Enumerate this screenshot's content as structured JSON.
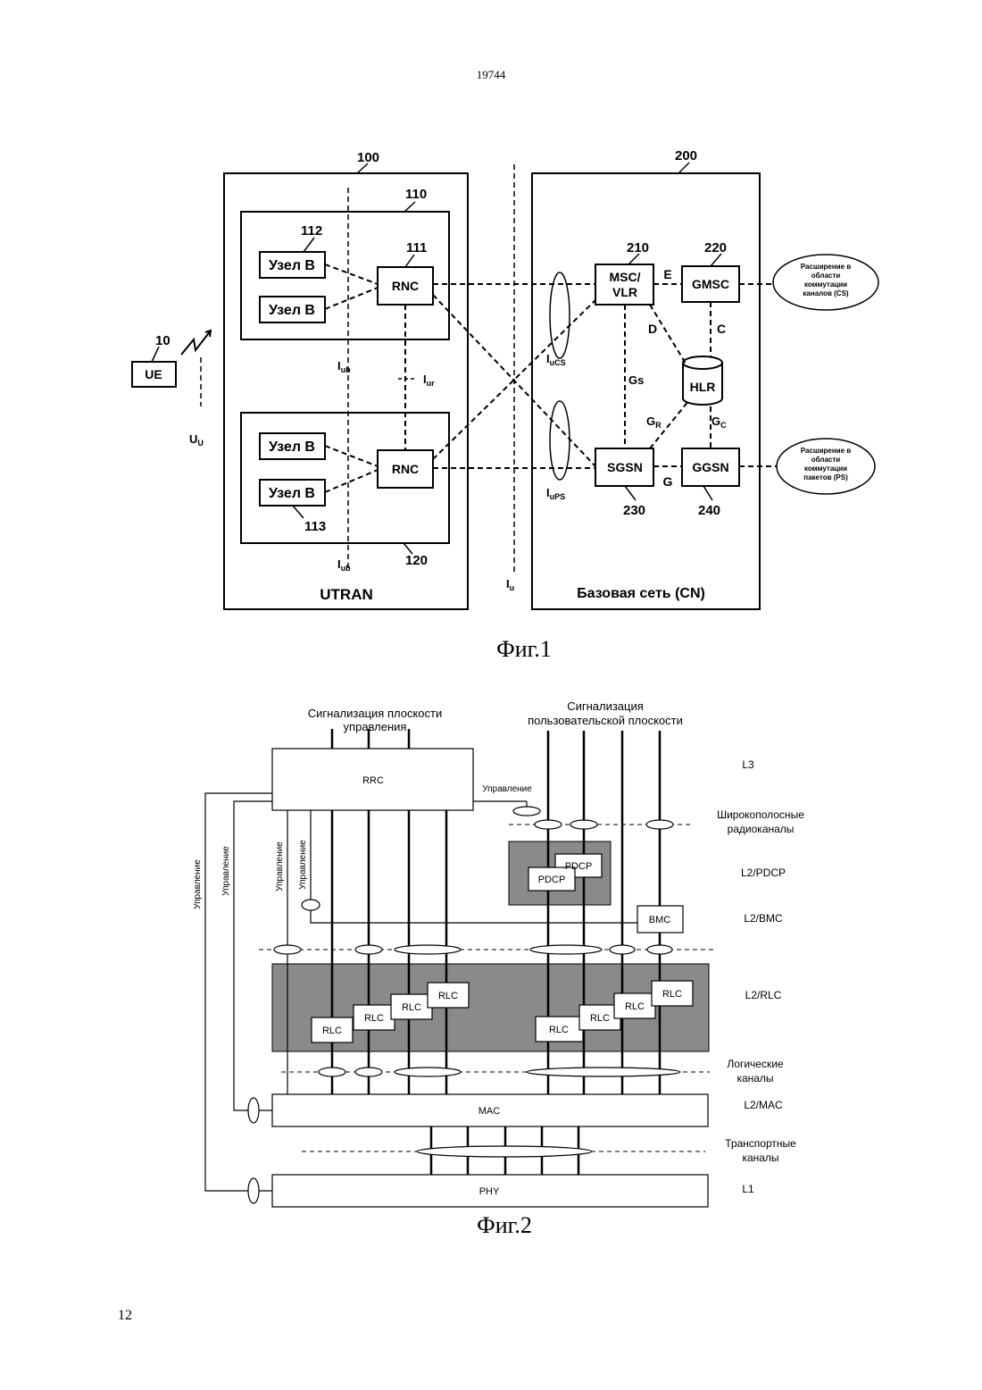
{
  "page": {
    "top_number": "19744",
    "bottom_number": "12"
  },
  "fig1": {
    "caption": "Фиг.1",
    "utran_ref": "100",
    "cn_ref": "200",
    "rns1_ref": "110",
    "rns2_ref": "120",
    "node_label": "Узел B",
    "ref_112": "112",
    "ref_113": "113",
    "rnc_label": "RNC",
    "ref_111": "111",
    "ue_label": "UE",
    "ue_ref": "10",
    "iub": "I",
    "iub_sub": "ub",
    "iur": "I",
    "iur_sub": "ur",
    "uu": "U",
    "uu_sub": "U",
    "iu": "I",
    "iu_sub": "u",
    "iucs": "I",
    "iucs_sub": "uCS",
    "iups": "I",
    "iups_sub": "uPS",
    "utran_label": "UTRAN",
    "cn_label": "Базовая сеть (CN)",
    "msc_line1": "MSC/",
    "msc_line2": "VLR",
    "ref_210": "210",
    "gmsc_label": "GMSC",
    "ref_220": "220",
    "hlr_label": "HLR",
    "sgsn_label": "SGSN",
    "ref_230": "230",
    "ggsn_label": "GGSN",
    "ref_240": "240",
    "if_e": "E",
    "if_c": "C",
    "if_d": "D",
    "if_gs": "Gs",
    "if_gr": "G",
    "if_gr_sub": "R",
    "if_gc": "G",
    "if_gc_sub": "C",
    "if_g": "G",
    "cs_ext": [
      "Расширение в",
      "области",
      "коммутации",
      "каналов (CS)"
    ],
    "ps_ext": [
      "Расширение в",
      "области",
      "коммутации",
      "пакетов (PS)"
    ]
  },
  "fig2": {
    "caption": "Фиг.2",
    "control_plane": [
      "Сигнализация плоскости",
      "управления"
    ],
    "user_plane": [
      "Сигнализация",
      "пользовательской плоскости"
    ],
    "rrc": "RRC",
    "control": "Управление",
    "pdcp": "PDCP",
    "bmc": "BMC",
    "rlc": "RLC",
    "mac": "MAC",
    "phy": "PHY",
    "layers": {
      "l3": "L3",
      "radio_bearers": [
        "Широкополосные",
        "радиоканалы"
      ],
      "l2_pdcp": "L2/PDCP",
      "l2_bmc": "L2/BMC",
      "l2_rlc": "L2/RLC",
      "logical": [
        "Логические",
        "каналы"
      ],
      "l2_mac": "L2/MAC",
      "transport": [
        "Транспортные",
        "каналы"
      ],
      "l1": "L1"
    }
  }
}
